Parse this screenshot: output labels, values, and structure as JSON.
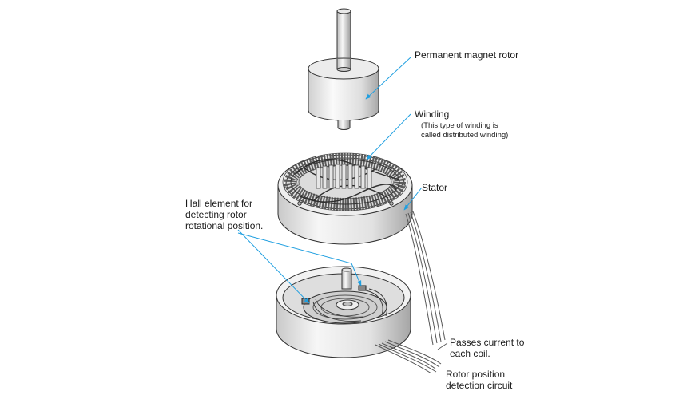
{
  "labels": {
    "rotor": "Permanent magnet rotor",
    "winding": "Winding",
    "winding_note_1": "(This type of winding is",
    "winding_note_2": "called distributed winding)",
    "stator": "Stator",
    "hall_1": "Hall element for",
    "hall_2": "detecting rotor",
    "hall_3": "rotational position.",
    "current_1": "Passes current to",
    "current_2": "each coil.",
    "detect_1": "Rotor position",
    "detect_2": "detection circuit"
  },
  "colors": {
    "leader": "#1f9fe0",
    "outline": "#333333",
    "winding": "#555555",
    "metal_light": "#f4f4f4",
    "metal_mid": "#d8d8d8",
    "metal_dark": "#a9a9a9"
  }
}
